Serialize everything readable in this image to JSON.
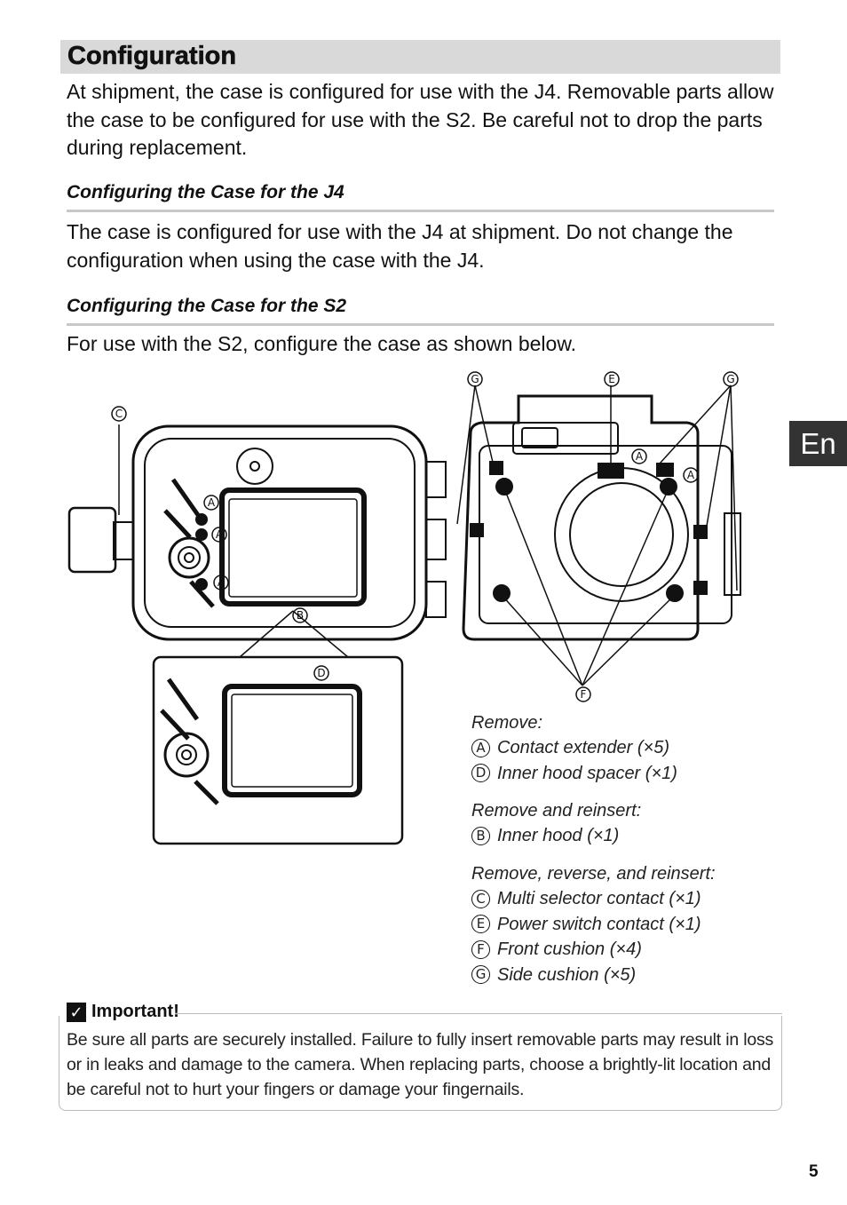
{
  "title": "Configuration",
  "intro": "At shipment, the case is configured for use with the J4.  Removable parts allow the case to be configured for use with the S2.  Be careful not to drop the parts during replacement.",
  "section_j4": {
    "heading": "Configuring the Case for the J4",
    "text": "The case is configured for use with the J4 at shipment.  Do not change the configuration when using the case with the J4."
  },
  "section_s2": {
    "heading": "Configuring the Case for the S2",
    "text": "For use with the S2, configure the case as shown below."
  },
  "lang_tab": "En",
  "diagram_callouts": {
    "a": "A",
    "b": "B",
    "c": "C",
    "d": "D",
    "e": "E",
    "f": "F",
    "g": "G"
  },
  "legend": {
    "remove_head": "Remove:",
    "remove_items": [
      {
        "letter": "A",
        "text": "Contact extender (×5)"
      },
      {
        "letter": "D",
        "text": "Inner hood spacer (×1)"
      }
    ],
    "reinsert_head": "Remove and reinsert:",
    "reinsert_items": [
      {
        "letter": "B",
        "text": "Inner hood (×1)"
      }
    ],
    "reverse_head": "Remove, reverse, and reinsert:",
    "reverse_items": [
      {
        "letter": "C",
        "text": "Multi selector contact (×1)"
      },
      {
        "letter": "E",
        "text": "Power switch contact (×1)"
      },
      {
        "letter": "F",
        "text": "Front cushion (×4)"
      },
      {
        "letter": "G",
        "text": "Side cushion (×5)"
      }
    ]
  },
  "important": {
    "label": "Important!",
    "check": "✓",
    "text": "Be sure all parts are securely installed.  Failure to fully insert removable parts may result in loss or in leaks and damage to the camera. When replacing parts, choose a brightly-lit location and be careful not to hurt your fingers or damage your fingernails."
  },
  "page_number": "5"
}
